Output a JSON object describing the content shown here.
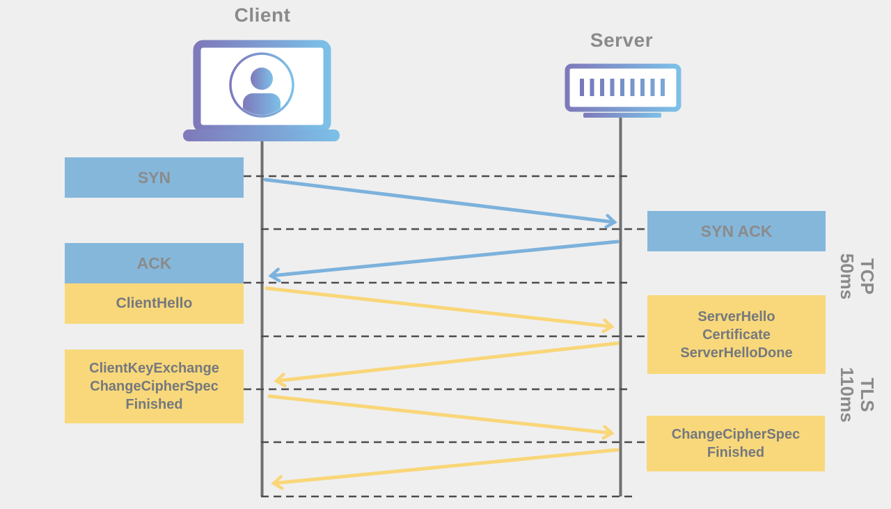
{
  "actors": {
    "client": {
      "label": "Client",
      "icon": "laptop-user-icon"
    },
    "server": {
      "label": "Server",
      "icon": "server-icon"
    }
  },
  "messages": {
    "syn": {
      "label": "SYN",
      "type": "tcp",
      "direction": "client-to-server"
    },
    "syn_ack": {
      "label": "SYN ACK",
      "type": "tcp",
      "direction": "server-to-client"
    },
    "ack": {
      "label": "ACK",
      "type": "tcp",
      "direction": "client-to-server"
    },
    "client_hello": {
      "label": "ClientHello",
      "type": "tls",
      "direction": "client-to-server"
    },
    "server_hello": {
      "lines": [
        "ServerHello",
        "Certificate",
        "ServerHelloDone"
      ],
      "type": "tls",
      "direction": "server-to-client"
    },
    "client_key_exchange": {
      "lines": [
        "ClientKeyExchange",
        "ChangeCipherSpec",
        "Finished"
      ],
      "type": "tls",
      "direction": "client-to-server"
    },
    "change_cipher_spec": {
      "lines": [
        "ChangeCipherSpec",
        "Finished"
      ],
      "type": "tls",
      "direction": "server-to-client"
    }
  },
  "phases": {
    "tcp": {
      "name": "TCP",
      "duration": "50ms"
    },
    "tls": {
      "name": "TLS",
      "duration": "110ms"
    }
  },
  "colors": {
    "background": "#efefef",
    "tcp_box": "#85b7db",
    "tls_box": "#f8d87a",
    "tcp_arrow": "#7cb2dc",
    "tls_arrow": "#f9d678",
    "lifeline": "#6f6f6f",
    "dashed_line": "#4c4c4c",
    "text_gray": "#8a8a8a",
    "icon_gradient_start": "#7e79ba",
    "icon_gradient_end": "#7cc0e8"
  }
}
